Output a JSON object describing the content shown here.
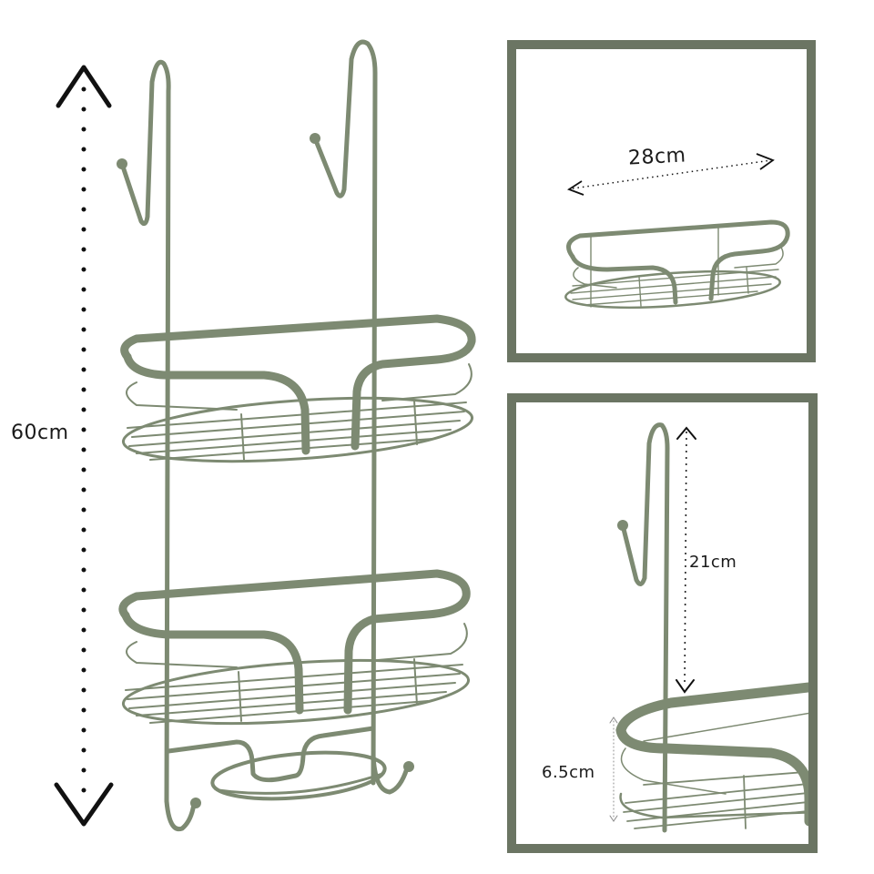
{
  "colors": {
    "wire": "#7d8a72",
    "panel_border": "#6b7563",
    "annotation": "#111111",
    "background": "#ffffff"
  },
  "main_view": {
    "height_label": "60cm",
    "icons": [
      "arrow-up-icon",
      "arrow-down-icon"
    ]
  },
  "width_panel": {
    "width_label": "28cm"
  },
  "detail_panel": {
    "hook_length_label": "21cm",
    "basket_depth_label": "6.5cm"
  }
}
